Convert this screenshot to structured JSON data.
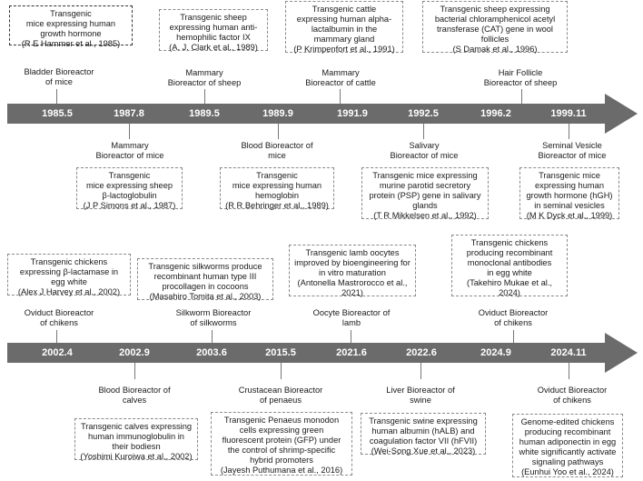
{
  "timeline1": {
    "years": [
      "1985.5",
      "1987.8",
      "1989.5",
      "1989.9",
      "1991.9",
      "1992.5",
      "1996.2",
      "1999.11"
    ],
    "labels_above": {
      "a": "Bladder Bioreactor\nof mice",
      "b": "Mammary\nBioreactor of sheep",
      "c": "Mammary\nBioreactor of cattle",
      "d": "Hair Follicle\nBioreactor of sheep"
    },
    "labels_below": {
      "a": "Mammary\nBioreactor of mice",
      "b": "Blood Bioreactor of\nmice",
      "c": "Salivary\nBioreactor of mice",
      "d": "Seminal Vesicle\nBioreactor of mice"
    },
    "boxes_above": {
      "a": "Transgenic\nmice expressing human\ngrowth hormone\n(R E Hammer et al., 1985)",
      "b": "Transgenic sheep\nexpressing human anti-\nhemophilic factor IX\n(A. J. Clark et al., 1989)",
      "c": "Transgenic cattle\nexpressing human alpha-\nlactalbumin in the\nmammary gland\n(P Krimpenfort et al., 1991)",
      "d": "Transgenic sheep expressing\nbacterial chloramphenicol acetyl\ntransferase (CAT) gene in wool\nfollicles\n(S Damak et al., 1996)"
    },
    "boxes_below": {
      "a": "Transgenic\nmice expressing sheep\nβ-lactoglobulin\n(J P Simons et al., 1987)",
      "b": "Transgenic\nmice expressing human\nhemoglobin\n(R R Behringer et al., 1989)",
      "c": "Transgenic mice expressing\nmurine parotid secretory\nprotein (PSP) gene in salivary\nglands\n(T R Mikkelsen et al., 1992)",
      "d": "Transgenic mice\nexpressing human\ngrowth hormone (hGH)\nin seminal vesicles\n(M K Dyck et al., 1999)"
    }
  },
  "timeline2": {
    "years": [
      "2002.4",
      "2002.9",
      "2003.6",
      "2015.5",
      "2021.6",
      "2022.6",
      "2024.9",
      "2024.11"
    ],
    "labels_above": {
      "a": "Oviduct Bioreactor\nof chikens",
      "b": "Silkworm Bioreactor\nof silkworms",
      "c": "Oocyte Bioreactor of\nlamb",
      "d": "Oviduct Bioreactor\nof chikens"
    },
    "labels_below": {
      "a": "Blood Bioreactor of\ncalves",
      "b": "Crustacean Bioreactor\nof penaeus",
      "c": "Liver Bioreactor of\nswine",
      "d": "Oviduct Bioreactor\nof chikens"
    },
    "boxes_above": {
      "a": "Transgenic chickens\nexpressing β-lactamase in\negg white\n(Alex J Harvey et al., 2002)",
      "b": "Transgenic silkworms produce\nrecombinant human type III\nprocollagen in cocoons\n(Masahiro Tomita et al., 2003)",
      "c": "Transgenic lamb oocytes\nimproved by bioengineering for\nin vitro maturation\n(Antonella Mastrorocco et al.,\n2021)",
      "d": "Transgenic chickens\nproducing recombinant\nmonoclonal antibodies\nin egg white\n(Takehiro Mukae et al.,\n2024)"
    },
    "boxes_below": {
      "a": "Transgenic calves expressing\nhuman immunoglobulin in\ntheir bodiesn\n(Yoshimi Kuroiwa et al., 2002)",
      "b": "Transgenic Penaeus monodon\ncells expressing green\nfluorescent protein (GFP) under\nthe control of shrimp-specific\nhybrid promoters\n(Jayesh Puthumana et al., 2016)",
      "c": "Transgenic swine expressing\nhuman albumin (hALB) and\ncoagulation factor VII (hFVII)\n(Wei-Song Xue et al., 2023)",
      "d": "Genome-edited chickens\nproducing recombinant\nhuman adiponectin in egg\nwhite significantly activate\nsignaling pathways\n(Eunhui Yoo et al., 2024)"
    }
  },
  "colors": {
    "bar": "#6b6b6b",
    "year_text": "#ffffff",
    "box_border": "#8a8a8a"
  }
}
